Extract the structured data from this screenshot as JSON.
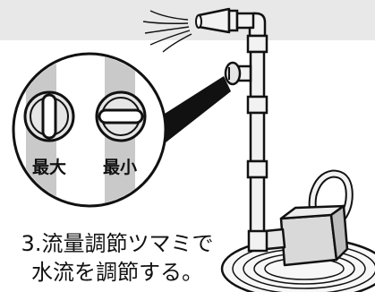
{
  "dial_max_label": "最大",
  "dial_min_label": "最小",
  "instruction": {
    "line1": "3.流量調節ツマミで",
    "line2": "水流を調節する。"
  },
  "colors": {
    "band": "#e8e8e8",
    "pipe_fill": "#f2f2f2",
    "outline": "#111111",
    "callout": "#111111"
  },
  "icons": [
    "water-spray-icon",
    "flow-knob-max-icon",
    "flow-knob-min-icon"
  ]
}
